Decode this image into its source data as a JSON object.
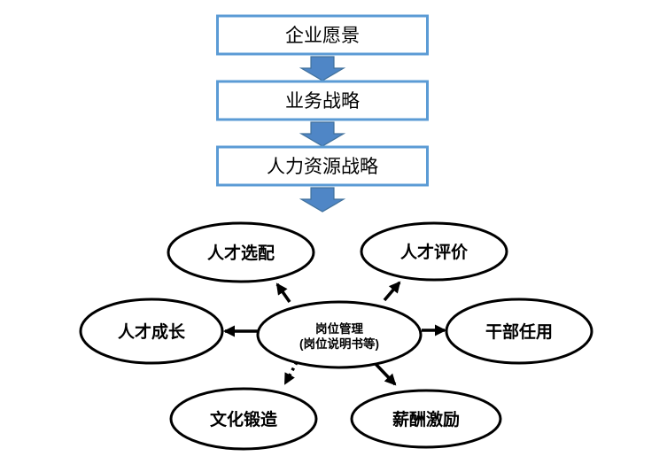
{
  "flow": {
    "boxes": [
      {
        "label": "企业愿景"
      },
      {
        "label": "业务战略"
      },
      {
        "label": "人力资源战略"
      }
    ]
  },
  "hub": {
    "line1": "岗位管理",
    "line2": "(岗位说明书等)"
  },
  "satellites": [
    {
      "label": "人才选配"
    },
    {
      "label": "人才评价"
    },
    {
      "label": "人才成长"
    },
    {
      "label": "干部任用"
    },
    {
      "label": "文化锻造"
    },
    {
      "label": "薪酬激励"
    }
  ],
  "colors": {
    "box_border": "#5b9bd5",
    "block_arrow_fill": "#4f86c6",
    "block_arrow_border": "#41719c",
    "shape_stroke": "#000000",
    "text": "#000000",
    "background": "#ffffff"
  }
}
